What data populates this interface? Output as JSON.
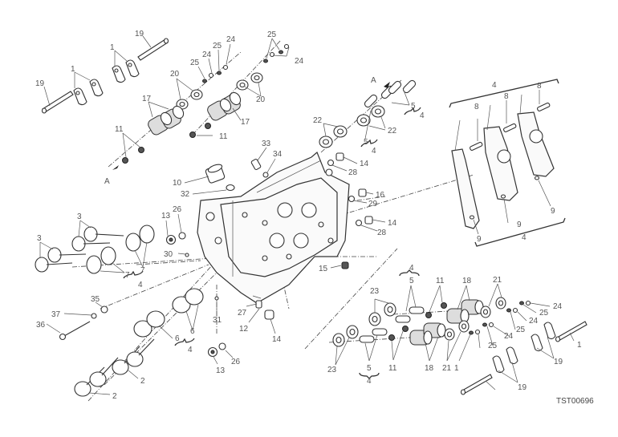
{
  "diagram": {
    "title": "Cylinder head exploded view",
    "reference_code": "TST00696",
    "arrow_marker": "A",
    "callouts": [
      {
        "id": "c19a",
        "text": "19",
        "part": "rocker-shaft"
      },
      {
        "id": "c1a",
        "text": "1",
        "part": "rocker-arm"
      },
      {
        "id": "c1b",
        "text": "1",
        "part": "rocker-arm"
      },
      {
        "id": "c19b",
        "text": "19",
        "part": "rocker-shaft"
      },
      {
        "id": "c25a",
        "text": "25",
        "part": "collet"
      },
      {
        "id": "c24a",
        "text": "24",
        "part": "shim"
      },
      {
        "id": "c25b",
        "text": "25",
        "part": "collet"
      },
      {
        "id": "c24b",
        "text": "24",
        "part": "shim"
      },
      {
        "id": "c20a",
        "text": "20",
        "part": "spring-cap"
      },
      {
        "id": "c17a",
        "text": "17",
        "part": "valve-spring"
      },
      {
        "id": "c11a",
        "text": "11",
        "part": "valve-seal"
      },
      {
        "id": "cAa",
        "text": "A",
        "part": "direction-marker"
      },
      {
        "id": "c25c",
        "text": "25",
        "part": "collet"
      },
      {
        "id": "c24c",
        "text": "24",
        "part": "shim"
      },
      {
        "id": "c20b",
        "text": "20",
        "part": "spring-cap"
      },
      {
        "id": "c17b",
        "text": "17",
        "part": "valve-spring"
      },
      {
        "id": "c11b",
        "text": "11",
        "part": "valve-seal"
      },
      {
        "id": "cAb",
        "text": "A",
        "part": "direction-marker"
      },
      {
        "id": "c5a",
        "text": "5",
        "part": "valve-guide"
      },
      {
        "id": "c4a",
        "text": "4",
        "part": "kit"
      },
      {
        "id": "c22a",
        "text": "22",
        "part": "spring-seat"
      },
      {
        "id": "c22b",
        "text": "22",
        "part": "spring-seat"
      },
      {
        "id": "c5b",
        "text": "5",
        "part": "valve-guide"
      },
      {
        "id": "c4b",
        "text": "4",
        "part": "kit"
      },
      {
        "id": "c33",
        "text": "33",
        "part": "temperature-sensor"
      },
      {
        "id": "c34",
        "text": "34",
        "part": "sealing-washer"
      },
      {
        "id": "c14a",
        "text": "14",
        "part": "plug"
      },
      {
        "id": "c28a",
        "text": "28",
        "part": "gasket"
      },
      {
        "id": "c10",
        "text": "10",
        "part": "union-fitting"
      },
      {
        "id": "c32",
        "text": "32",
        "part": "o-ring"
      },
      {
        "id": "c16",
        "text": "16",
        "part": "plug"
      },
      {
        "id": "c29",
        "text": "29",
        "part": "gasket"
      },
      {
        "id": "c14b",
        "text": "14",
        "part": "plug"
      },
      {
        "id": "c28b",
        "text": "28",
        "part": "gasket"
      },
      {
        "id": "c15",
        "text": "15",
        "part": "plug"
      },
      {
        "id": "c4c",
        "text": "4",
        "part": "kit"
      },
      {
        "id": "c8a",
        "text": "8",
        "part": "screw"
      },
      {
        "id": "c8b",
        "text": "8",
        "part": "screw"
      },
      {
        "id": "c8c",
        "text": "8",
        "part": "screw"
      },
      {
        "id": "c9a",
        "text": "9",
        "part": "dowel"
      },
      {
        "id": "c9b",
        "text": "9",
        "part": "dowel"
      },
      {
        "id": "c9c",
        "text": "9",
        "part": "dowel"
      },
      {
        "id": "c4d",
        "text": "4",
        "part": "kit"
      },
      {
        "id": "c3a",
        "text": "3",
        "part": "exhaust-valve"
      },
      {
        "id": "c3b",
        "text": "3",
        "part": "exhaust-valve"
      },
      {
        "id": "c7a",
        "text": "7",
        "part": "valve-seat"
      },
      {
        "id": "c7b",
        "text": "7",
        "part": "valve-seat"
      },
      {
        "id": "c4e",
        "text": "4",
        "part": "kit"
      },
      {
        "id": "c13a",
        "text": "13",
        "part": "plug"
      },
      {
        "id": "c26a",
        "text": "26",
        "part": "gasket"
      },
      {
        "id": "c30",
        "text": "30",
        "part": "dowel"
      },
      {
        "id": "c35",
        "text": "35",
        "part": "nut"
      },
      {
        "id": "c37",
        "text": "37",
        "part": "washer"
      },
      {
        "id": "c36",
        "text": "36",
        "part": "stud"
      },
      {
        "id": "c6a",
        "text": "6",
        "part": "valve-seat"
      },
      {
        "id": "c6b",
        "text": "6",
        "part": "valve-seat"
      },
      {
        "id": "c4f",
        "text": "4",
        "part": "kit"
      },
      {
        "id": "c2a",
        "text": "2",
        "part": "intake-valve"
      },
      {
        "id": "c2b",
        "text": "2",
        "part": "intake-valve"
      },
      {
        "id": "c31",
        "text": "31",
        "part": "dowel"
      },
      {
        "id": "c27",
        "text": "27",
        "part": "gasket"
      },
      {
        "id": "c12",
        "text": "12",
        "part": "screw"
      },
      {
        "id": "c14c",
        "text": "14",
        "part": "plug"
      },
      {
        "id": "c13b",
        "text": "13",
        "part": "plug"
      },
      {
        "id": "c26b",
        "text": "26",
        "part": "gasket"
      },
      {
        "id": "c4g",
        "text": "4",
        "part": "kit"
      },
      {
        "id": "c5c",
        "text": "5",
        "part": "valve-guide"
      },
      {
        "id": "c23a",
        "text": "23",
        "part": "spring-seat"
      },
      {
        "id": "c11c",
        "text": "11",
        "part": "valve-seal"
      },
      {
        "id": "c18a",
        "text": "18",
        "part": "valve-spring"
      },
      {
        "id": "c21a",
        "text": "21",
        "part": "spring-cap"
      },
      {
        "id": "c25d",
        "text": "25",
        "part": "collet"
      },
      {
        "id": "c24d",
        "text": "24",
        "part": "shim"
      },
      {
        "id": "c25e",
        "text": "25",
        "part": "collet"
      },
      {
        "id": "c24e",
        "text": "24",
        "part": "shim"
      },
      {
        "id": "c24f",
        "text": "24",
        "part": "shim"
      },
      {
        "id": "c25f",
        "text": "25",
        "part": "collet"
      },
      {
        "id": "c23b",
        "text": "23",
        "part": "spring-seat"
      },
      {
        "id": "c5d",
        "text": "5",
        "part": "valve-guide"
      },
      {
        "id": "c4h",
        "text": "4",
        "part": "kit"
      },
      {
        "id": "c11d",
        "text": "11",
        "part": "valve-seal"
      },
      {
        "id": "c18b",
        "text": "18",
        "part": "valve-spring"
      },
      {
        "id": "c21b",
        "text": "21",
        "part": "spring-cap"
      },
      {
        "id": "c1c",
        "text": "1",
        "part": "rocker-arm"
      },
      {
        "id": "c19c",
        "text": "19",
        "part": "rocker-shaft"
      },
      {
        "id": "c1d",
        "text": "1",
        "part": "rocker-arm"
      },
      {
        "id": "c19d",
        "text": "19",
        "part": "rocker-shaft"
      }
    ]
  }
}
